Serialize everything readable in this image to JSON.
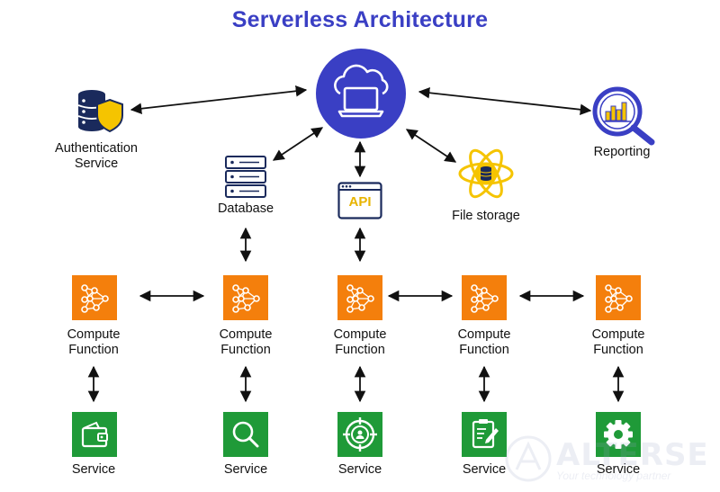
{
  "title": "Serverless Architecture",
  "colors": {
    "title": "#3a3fc4",
    "cloud": "#3a3fc4",
    "compute": "#f47f0c",
    "service": "#1f9a38",
    "accent_yellow": "#f5c400",
    "dark": "#1a2a5c"
  },
  "nodes": {
    "cloud": {
      "icon": "cloud-laptop-icon"
    },
    "auth": {
      "label": "Authentication Service",
      "icon": "database-shield-icon"
    },
    "database": {
      "label": "Database",
      "icon": "server-rack-icon"
    },
    "api": {
      "label": "API",
      "caption": "",
      "icon": "api-window-icon"
    },
    "file_storage": {
      "label": "File storage",
      "icon": "atom-storage-icon"
    },
    "reporting": {
      "label": "Reporting",
      "icon": "chart-magnifier-icon"
    }
  },
  "compute_functions": [
    {
      "label": "Compute Function"
    },
    {
      "label": "Compute Function"
    },
    {
      "label": "Compute Function"
    },
    {
      "label": "Compute Function"
    },
    {
      "label": "Compute Function"
    }
  ],
  "services": [
    {
      "label": "Service",
      "icon": "wallet-icon"
    },
    {
      "label": "Service",
      "icon": "search-icon"
    },
    {
      "label": "Service",
      "icon": "target-user-icon"
    },
    {
      "label": "Service",
      "icon": "clipboard-pen-icon"
    },
    {
      "label": "Service",
      "icon": "gear-icon"
    }
  ],
  "watermark": {
    "brand": "ALTERSE",
    "tagline": "Your technology partner"
  }
}
